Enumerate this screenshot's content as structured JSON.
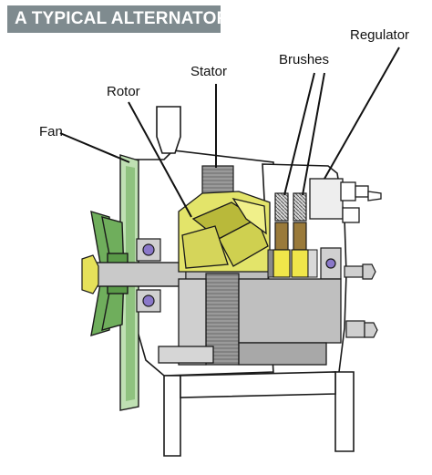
{
  "title": "A TYPICAL ALTERNATOR",
  "labels": {
    "regulator": "Regulator",
    "brushes": "Brushes",
    "stator": "Stator",
    "rotor": "Rotor",
    "fan": "Fan"
  },
  "colors": {
    "banner": "#7f8b8f",
    "fan_green": "#6fae5c",
    "fan_light": "#bfe0b3",
    "rotor_yellow": "#e3e46a",
    "rotor_dark": "#b9b93a",
    "brush_yellow": "#f0e64a",
    "bearing_purple": "#8a78c9",
    "housing": "#ffffff",
    "outline": "#1a1a1a",
    "metal_gray": "#b8b8b8",
    "metal_dark": "#8a8a8a"
  }
}
